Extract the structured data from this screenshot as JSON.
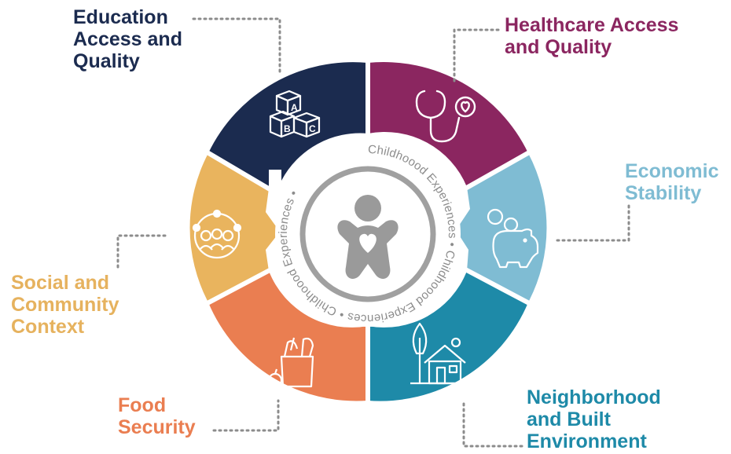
{
  "ring_text": "Childhoood Experiences • Childhoood Experiences • Childhoood Experiences •",
  "icon_letters": [
    "A",
    "B",
    "C"
  ],
  "segments": [
    {
      "id": "education",
      "label_lines": [
        "Education",
        "Access and",
        "Quality"
      ],
      "color": "#1b2b4f",
      "icon": "abc-blocks-icon"
    },
    {
      "id": "healthcare",
      "label_lines": [
        "Healthcare Access",
        "and Quality"
      ],
      "color": "#8b2660",
      "icon": "stethoscope-heart-icon"
    },
    {
      "id": "economic",
      "label_lines": [
        "Economic",
        "Stability"
      ],
      "color": "#7fbcd3",
      "icon": "piggy-bank-icon"
    },
    {
      "id": "neighborhood",
      "label_lines": [
        "Neighborhood",
        "and Built",
        "Environment"
      ],
      "color": "#1e8aa8",
      "icon": "house-tree-icon"
    },
    {
      "id": "food",
      "label_lines": [
        "Food",
        "Security"
      ],
      "color": "#ea7e51",
      "icon": "grocery-bag-icon"
    },
    {
      "id": "social",
      "label_lines": [
        "Social and",
        "Community",
        "Context"
      ],
      "color": "#e9b45e",
      "icon": "community-people-icon"
    }
  ],
  "colors": {
    "center_figure": "#9a9a9a",
    "inner_ring": "#a0a0a0",
    "ring_text": "#8c8c8c",
    "connector": "#8c8c8c",
    "label_social": "#e6b25e"
  }
}
